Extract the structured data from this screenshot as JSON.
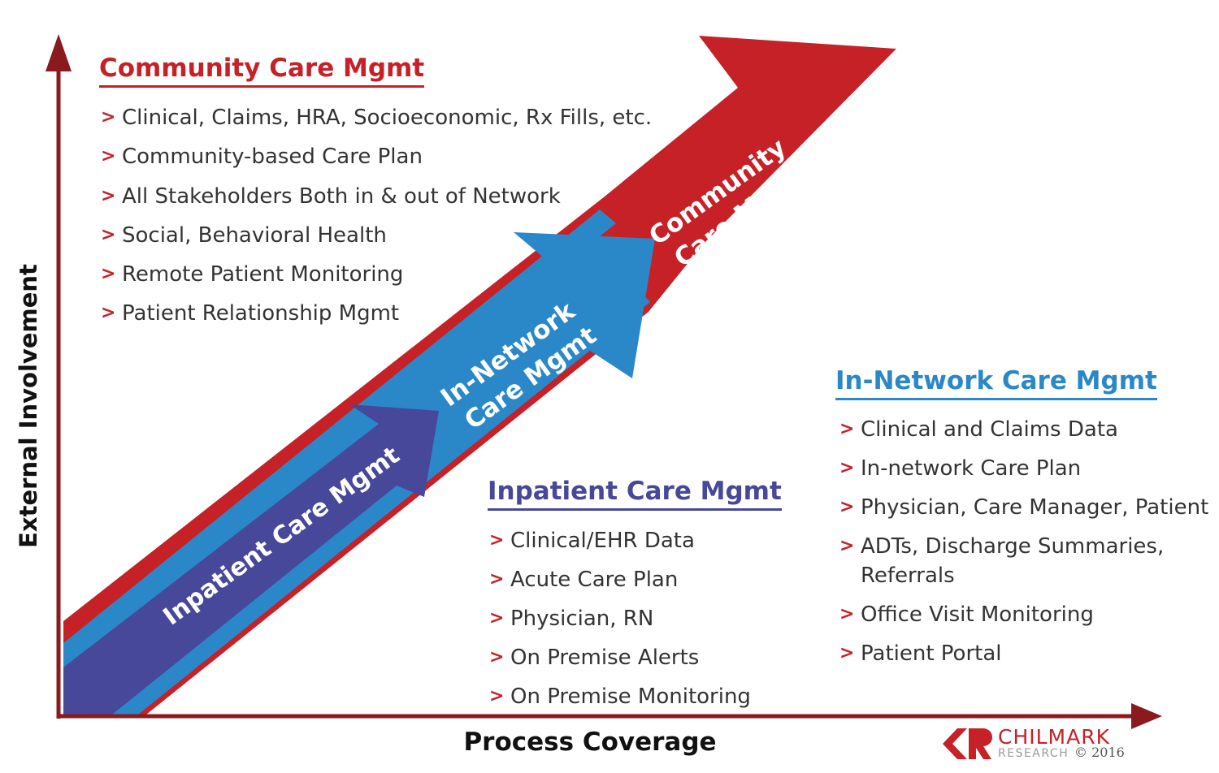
{
  "axes": {
    "y_label": "External Involvement",
    "x_label": "Process Coverage"
  },
  "arrows": {
    "community": {
      "line1": "Community",
      "line2": "Care Mgmt"
    },
    "innetwork": {
      "line1": "In-Network",
      "line2": "Care Mgmt"
    },
    "inpatient": {
      "label": "Inpatient Care Mgmt"
    }
  },
  "community": {
    "title": "Community Care Mgmt",
    "items": [
      "Clinical, Claims, HRA, Socioeconomic, Rx Fills, etc.",
      "Community-based Care Plan",
      "All Stakeholders Both in & out of Network",
      "Social, Behavioral Health",
      "Remote Patient Monitoring",
      "Patient Relationship Mgmt"
    ]
  },
  "inpatient": {
    "title": "Inpatient Care Mgmt",
    "items": [
      "Clinical/EHR Data",
      "Acute Care Plan",
      "Physician, RN",
      "On Premise Alerts",
      "On Premise Monitoring"
    ]
  },
  "innetwork": {
    "title": "In-Network Care Mgmt",
    "items": [
      "Clinical and Claims Data",
      "In-network Care Plan",
      "Physician, Care Manager, Patient",
      "ADTs, Discharge Summaries, Referrals",
      "Office Visit Monitoring",
      "Patient Portal"
    ]
  },
  "list_marker": ">",
  "logo": {
    "word": "CHILMARK",
    "sub": "RESEARCH",
    "copyright": "© 2016"
  },
  "colors": {
    "red": "#c62127",
    "dark_red": "#8b1a1f",
    "blue": "#2a88c8",
    "indigo": "#47489a"
  }
}
